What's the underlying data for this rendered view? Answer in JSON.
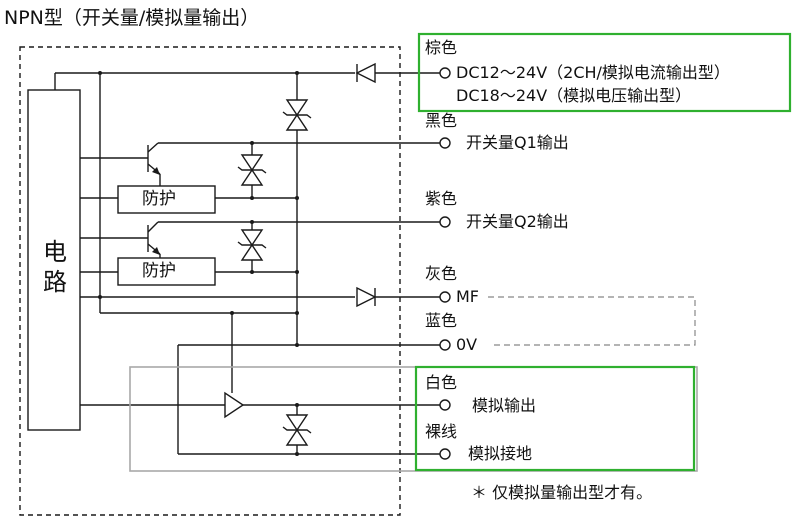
{
  "title": "NPN型（开关量/模拟量输出）",
  "circuit": {
    "label_line1": "电",
    "label_line2": "路"
  },
  "protection_label": "防护",
  "wires": {
    "brown": {
      "color_name": "棕色",
      "spec1": "DC12～24V（2CH/模拟电流输出型）",
      "spec2": "DC18～24V（模拟电压输出型）"
    },
    "black": {
      "color_name": "黑色",
      "function": "开关量Q1输出"
    },
    "purple": {
      "color_name": "紫色",
      "function": "开关量Q2输出"
    },
    "gray": {
      "color_name": "灰色",
      "function": "MF"
    },
    "blue": {
      "color_name": "蓝色",
      "function": "0V"
    },
    "white": {
      "color_name": "白色",
      "function": "模拟输出"
    },
    "bare": {
      "color_name": "裸线",
      "function": "模拟接地"
    }
  },
  "footnote": "＊ 仅模拟量输出型才有。",
  "colors": {
    "highlight": "#2fb02f",
    "analog_box": "#a8a8a8",
    "line": "#1a1a1a"
  }
}
